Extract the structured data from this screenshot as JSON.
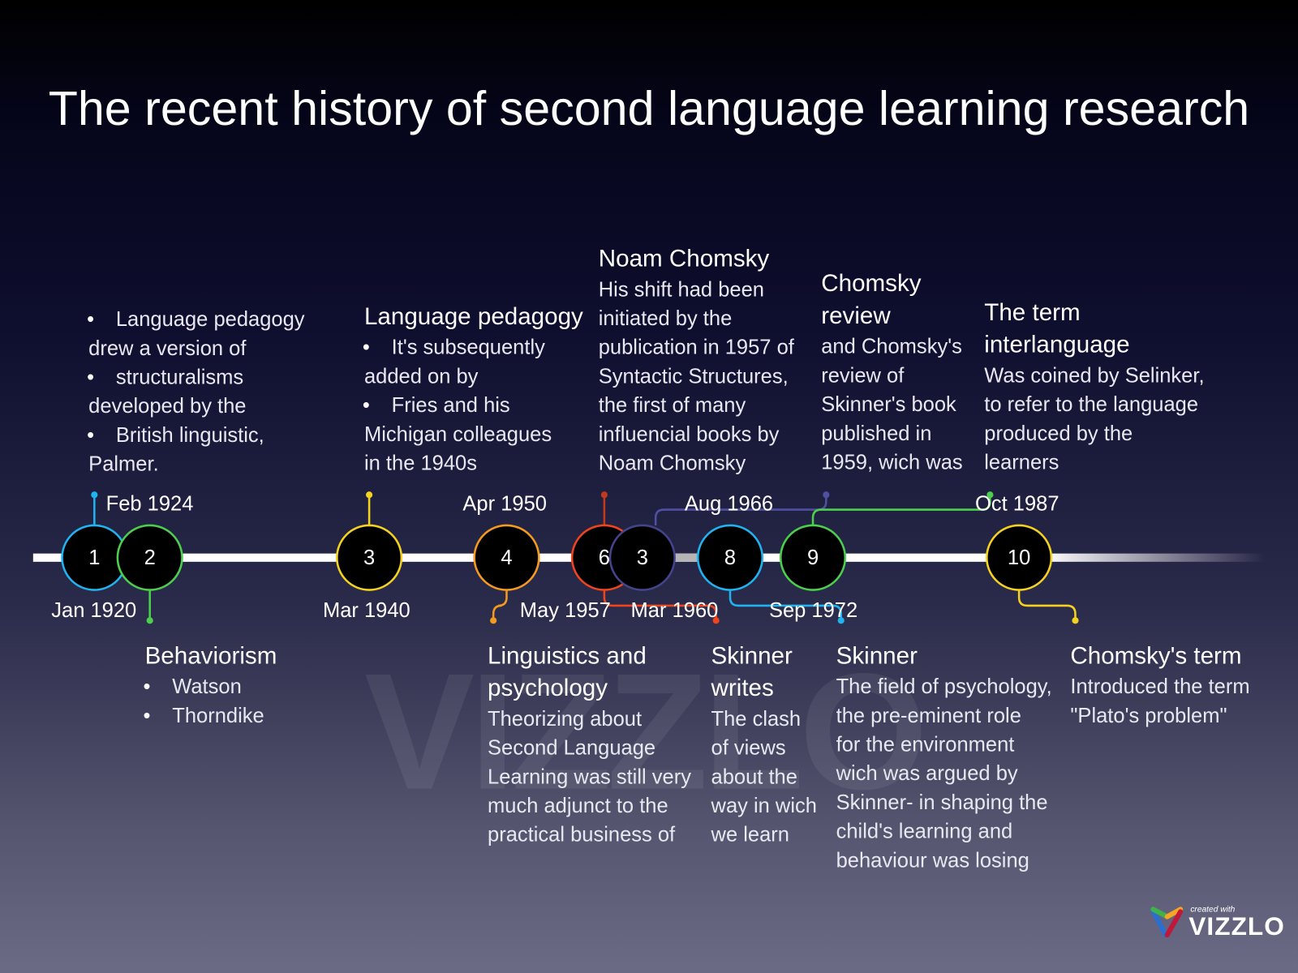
{
  "title": "The recent history of second language  learning research",
  "watermark": "VIZZLO",
  "colors": {
    "c1": "#1fb4ef",
    "c2": "#4cd04c",
    "c3": "#f5d21f",
    "c4": "#f39a1f",
    "c6": "#f0441c",
    "c3b": "#44448c",
    "c8": "#1fb4ef",
    "c9": "#4cd04c",
    "c10": "#f5d21f"
  },
  "milestones": [
    {
      "number": "1",
      "date": "Jan 1920"
    },
    {
      "number": "2",
      "date": "Feb 1924"
    },
    {
      "number": "3",
      "date": "Mar 1940"
    },
    {
      "number": "4",
      "date": "Apr 1950"
    },
    {
      "number": "6",
      "date": "May 1957"
    },
    {
      "number": "3",
      "date": "Mar 1960"
    },
    {
      "number": "8",
      "date": "Aug 1966"
    },
    {
      "number": "9",
      "date": "Sep 1972"
    },
    {
      "number": "10",
      "date": "Oct 1987"
    }
  ],
  "blocks": [
    {
      "title": [],
      "lines": [
        {
          "text": "Language pedagogy",
          "bullet": true
        },
        {
          "text": "drew a version of"
        },
        {
          "text": "structuralisms",
          "bullet": true
        },
        {
          "text": "developed by the"
        },
        {
          "text": " British linguistic,",
          "bullet": true
        },
        {
          "text": "Palmer."
        }
      ]
    },
    {
      "title": [
        "Language pedagogy"
      ],
      "lines": [
        {
          "text": "It's subsequently",
          "bullet": true
        },
        {
          "text": "added on by"
        },
        {
          "text": "Fries and his",
          "bullet": true
        },
        {
          "text": "Michigan colleagues"
        },
        {
          "text": "in the 1940s"
        }
      ]
    },
    {
      "title": [
        "Noam Chomsky"
      ],
      "lines": [
        {
          "text": "His shift had been"
        },
        {
          "text": "initiated by the"
        },
        {
          "text": "publication in 1957 of"
        },
        {
          "text": "Syntactic Structures,"
        },
        {
          "text": "the first of many"
        },
        {
          "text": "influencial books by"
        },
        {
          "text": "Noam Chomsky"
        }
      ]
    },
    {
      "title": [
        "Chomsky",
        "review"
      ],
      "lines": [
        {
          "text": "and Chomsky's"
        },
        {
          "text": "review of"
        },
        {
          "text": "Skinner's book"
        },
        {
          "text": "published in"
        },
        {
          "text": "1959, wich was"
        }
      ]
    },
    {
      "title": [
        "The term",
        "interlanguage"
      ],
      "lines": [
        {
          "text": "Was coined by Selinker,"
        },
        {
          "text": "to refer to the language"
        },
        {
          "text": "produced by the"
        },
        {
          "text": "learners"
        }
      ]
    },
    {
      "title": [
        "Behaviorism"
      ],
      "lines": [
        {
          "text": "Watson",
          "bullet": true
        },
        {
          "text": "Thorndike",
          "bullet": true
        }
      ]
    },
    {
      "title": [
        "Linguistics and",
        "psychology"
      ],
      "lines": [
        {
          "text": "Theorizing about"
        },
        {
          "text": "Second Language"
        },
        {
          "text": "Learning was still very"
        },
        {
          "text": "much adjunct to the"
        },
        {
          "text": "practical business of"
        }
      ]
    },
    {
      "title": [
        "Skinner",
        "writes"
      ],
      "lines": [
        {
          "text": "The clash"
        },
        {
          "text": "of views"
        },
        {
          "text": "about the"
        },
        {
          "text": "way in wich"
        },
        {
          "text": "we learn"
        }
      ]
    },
    {
      "title": [
        "Skinner"
      ],
      "lines": [
        {
          "text": "The field of psychology,"
        },
        {
          "text": "the pre-eminent role"
        },
        {
          "text": "for the environment"
        },
        {
          "text": "wich was argued by"
        },
        {
          "text": "Skinner- in shaping the"
        },
        {
          "text": "child's learning and"
        },
        {
          "text": "behaviour was losing"
        }
      ]
    },
    {
      "title": [
        "Chomsky's term"
      ],
      "lines": [
        {
          "text": "Introduced the term"
        },
        {
          "text": "\"Plato's problem\""
        }
      ]
    }
  ],
  "logo": {
    "created_with": "created with",
    "brand": "VIZZLO"
  }
}
